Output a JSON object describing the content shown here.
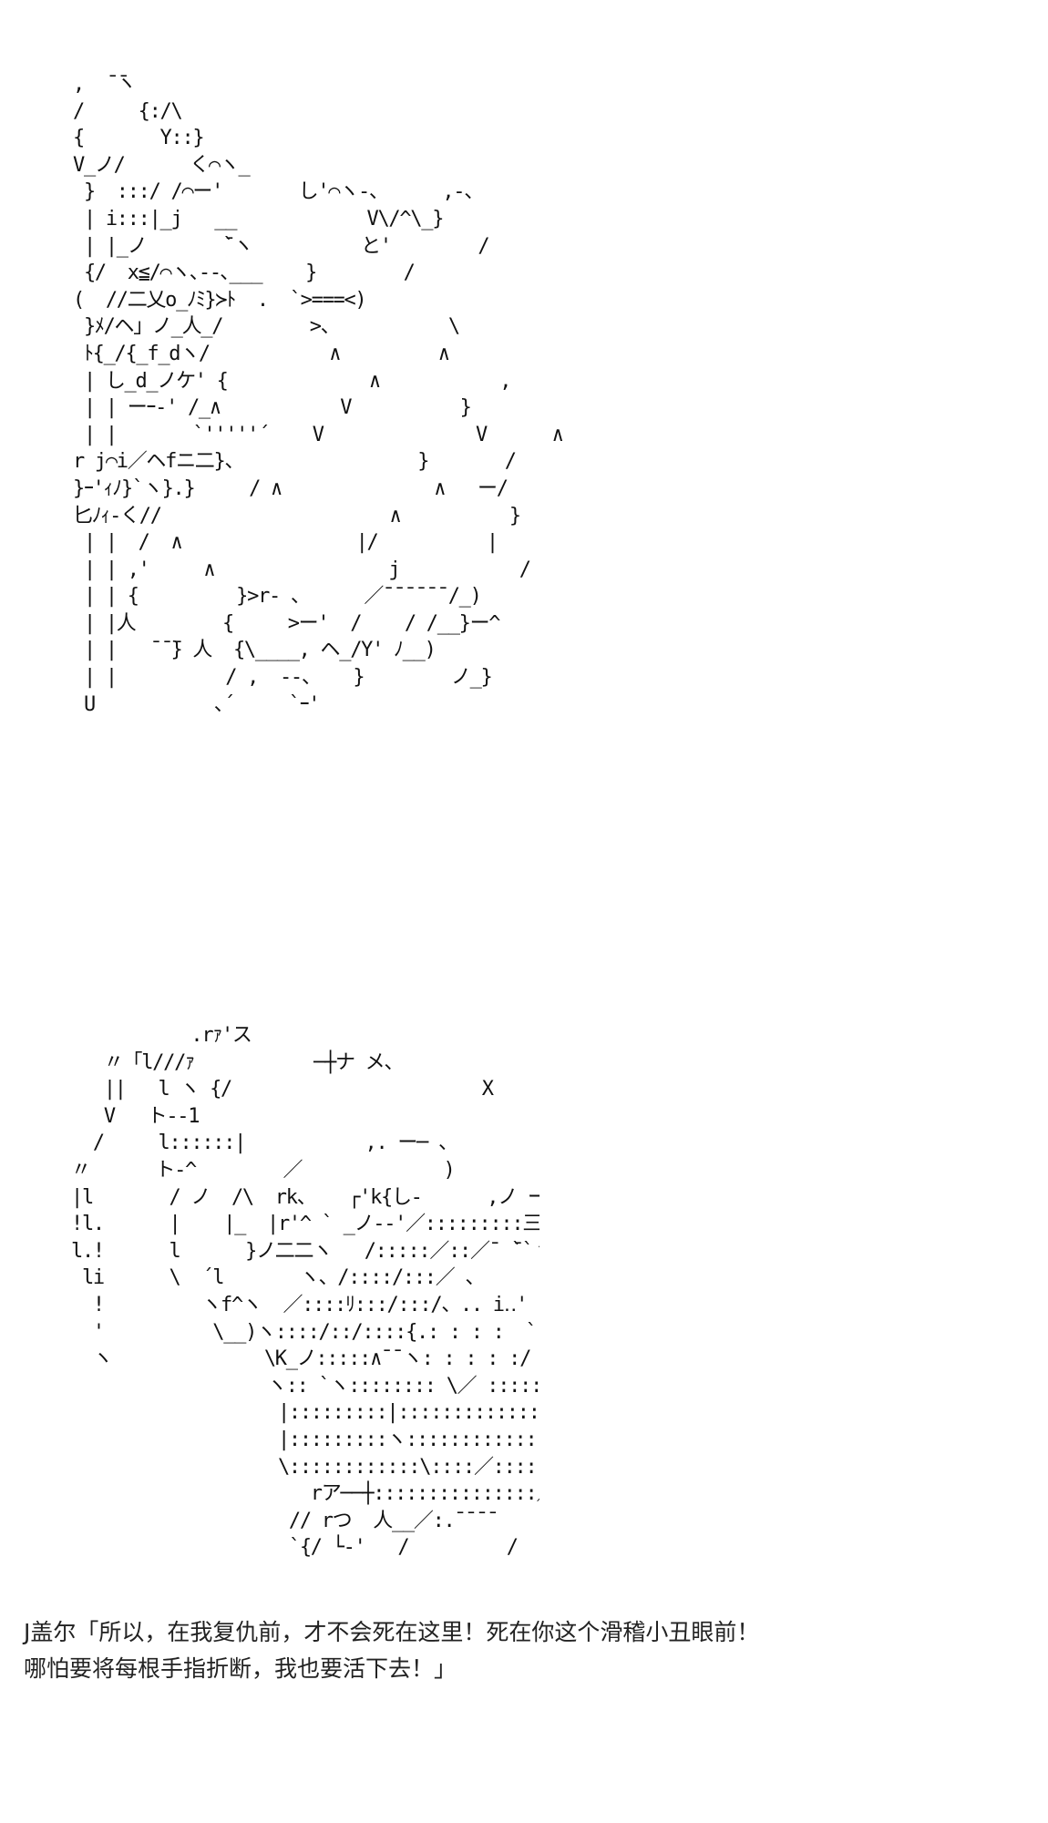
{
  "art_top": ",  ̄ ̄ヽ\n/     {:/\\\n{       Y::}\nV_ノ/      く⌒ヽ_\n }  :::/ /⌒ー'       し'⌒ヽ-、     ,-、\n | i:::|_j   __            V\\/^\\_}\n | |_ノ       ̄`ヽ          と'        /\n {/  x≦/⌒ヽ､--､___    }        /\n(  //二乂o_ﾉﾐ}≻ﾄ  .  `>===<)\n }ﾒ/ヘ」ノ_人_/        >、          \\\n ﾄ{_/{_f_dヽ/           ∧         ∧\n | し_d_ノケ' {             ∧           ,\n | | ーｰ-' /_∧           V          }\n | |       `'''''´    V              V      ∧\nr j⌒i／ヘfニ二}、                }       /\n}ｰ'ｨﾉ}`ヽ}.}     / ∧              ∧   ー/\n匕ﾉｨ-く//                     ∧          }\n | |  /  ∧                |/          |\n | | ,'     ∧                j           /\n | | {         }>r‐ 、     ／¯¯¯¯¯¯/_)\n | |人        {     >ー'  /    / /__}ー^\n | |   ̄ ̄ ̄} 人  {\\____, ヘ_/Y' ﾉ__)\n | |          / ,  --、   }        ノ_}\n U           ､´     `ｰ'",
  "art_bottom": "           .rｧ'ス\n   〃「l///ｧ           ─┼ナ メ、\n   ||   l ヽ {/                       X\n   V   ト--1\n  /     l::::::|           ,. ー─ 、\n〃      ト-^        ／             )\n|l       / ノ  /\\  rk、   ┌'k{し-      ,ノ ー一\n!l.      |    |_  |r'^ ` _ノ--'／:::::::::三{::--..、\nl.!      l      }ノ二二ヽ   /:::::／::／¯ ̄``ヽ\\\n li      \\  ´l       ヽ、/::::/:::／ 、          ⌒ヽL.|_\n  !         ヽf^ヽ  ／::::ﾘ:::/:::/、.. i‥'         >-\n  '          \\__)ヽ::::/::/::::{.: : : :  `:ーｰ': ／\n  ヽ              \\K_ノ:::::∧¯¯ヽ: : : : :/       ／\n                  ヽ:: `ヽ:::::::: \\／ ::::::::::|           ,\n                   |:::::::::|::::::::::::::::::::::::::::::/        ／\n                   |:::::::::ヽ::::::::::::::::::::／:ヽ.__／::\n                   \\::::::::::::\\::::／::::::::::::::／:::::::::\n                      rア──┼:::::::::::::::／:::::::::::::::/\n                    // rつ  人__／:.¯¯¯¯\n                    `{/ └-'   /         /",
  "dialogue": {
    "line1": "J盖尔「所以，在我复仇前，才不会死在这里！死在你这个滑稽小丑眼前！",
    "line2": "哪怕要将每根手指折断，我也要活下去！」"
  }
}
